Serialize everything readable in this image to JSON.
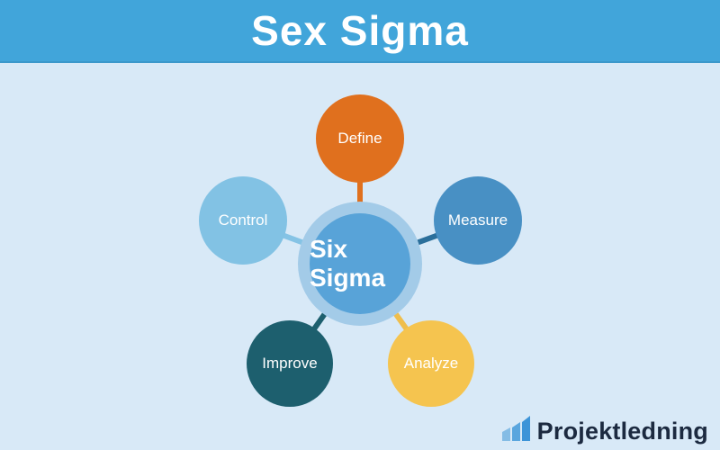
{
  "header": {
    "title": "Sex Sigma"
  },
  "diagram": {
    "center": {
      "label": "Six Sigma",
      "fill": "#58a3d8",
      "ring": "#a3cbe8"
    },
    "nodes": [
      {
        "id": "define",
        "label": "Define",
        "fill": "#e0701e",
        "line": "#e0701e",
        "position": "top"
      },
      {
        "id": "measure",
        "label": "Measure",
        "fill": "#4890c4",
        "line": "#2b6f9b",
        "position": "right"
      },
      {
        "id": "analyze",
        "label": "Analyze",
        "fill": "#f5c44f",
        "line": "#efbe4c",
        "position": "bottom-right"
      },
      {
        "id": "improve",
        "label": "Improve",
        "fill": "#1d5f6e",
        "line": "#1d5f6e",
        "position": "bottom-left"
      },
      {
        "id": "control",
        "label": "Control",
        "fill": "#82c2e4",
        "line": "#85c3e5",
        "position": "left"
      }
    ]
  },
  "footer": {
    "brand": "Projektledning",
    "icon_bars": [
      "#84bce5",
      "#5aa6de",
      "#3d94d8"
    ],
    "brand_text_color": "#1c2a40"
  },
  "colors": {
    "header_bg": "#41a5da",
    "page_bg": "#d8e9f7",
    "title_text": "#ffffff",
    "node_text": "#ffffff"
  }
}
